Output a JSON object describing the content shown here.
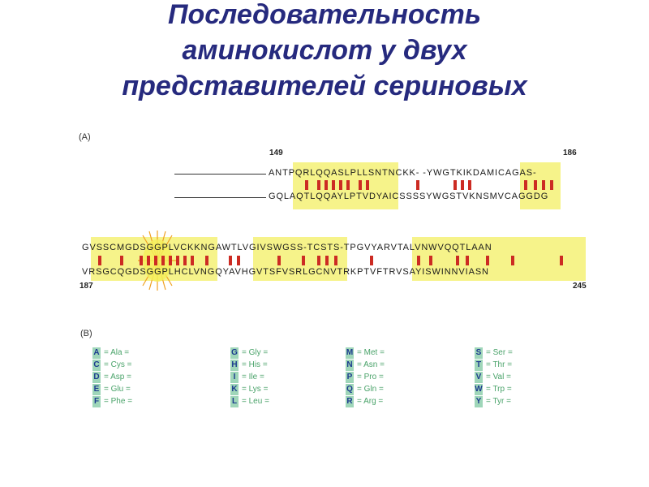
{
  "title": {
    "line1": "Последовательность",
    "line2": "аминокислот у двух",
    "line3": "представителей сериновых"
  },
  "panel_a": {
    "label": "(A)",
    "num_149": "149",
    "num_186": "186",
    "num_187": "187",
    "num_245": "245",
    "row1_top": "ANTPQRLQQASLPLLSNTNCKK- -YWGTKIKDAMICAGAS-",
    "row1_bottom": "GQLAQTLQQAYLPTVDYAICSSSSYWGSTVKNSMVCAGGDG",
    "row2_top": "GVSSCMGDSGGPLVCKKNGAWTLVGIVSWGSS-TCSTS-TPGVYARVTALVNWVQQTLAAN",
    "row2_bottom": "VRSGCQGDSGGPLHCLVNGQYAVHGVTSFVSRLGCNVTRKPTVFTRVSAYISWINNVIASN"
  },
  "panel_b": {
    "label": "(B)",
    "codes": [
      [
        "A",
        "= Ala ="
      ],
      [
        "C",
        "= Cys ="
      ],
      [
        "D",
        "= Asp ="
      ],
      [
        "E",
        "= Glu ="
      ],
      [
        "F",
        "= Phe ="
      ],
      [
        "G",
        "= Gly ="
      ],
      [
        "H",
        "= His ="
      ],
      [
        "I",
        "= Ile ="
      ],
      [
        "K",
        "= Lys ="
      ],
      [
        "L",
        "= Leu ="
      ],
      [
        "M",
        "= Met ="
      ],
      [
        "N",
        "= Asn ="
      ],
      [
        "P",
        "= Pro ="
      ],
      [
        "Q",
        "= Gln ="
      ],
      [
        "R",
        "= Arg ="
      ],
      [
        "S",
        "= Ser ="
      ],
      [
        "T",
        "= Thr ="
      ],
      [
        "V",
        "= Val ="
      ],
      [
        "W",
        "= Trp ="
      ],
      [
        "Y",
        "= Tyr ="
      ]
    ]
  },
  "colors": {
    "title": "#262a7e",
    "highlight": "#f6f38a",
    "identity_bar": "#cc2b23",
    "code_letter_bg": "#9fd6b9",
    "code_name": "#4aa36a"
  }
}
